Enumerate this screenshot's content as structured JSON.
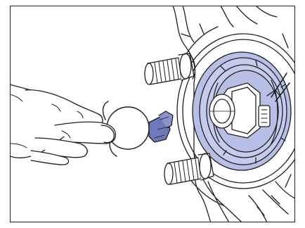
{
  "figure": {
    "stroke_color": "#1f1f1f",
    "tint_color": "#b8bfe6",
    "tint_dark": "#9aa3d6",
    "background": "#ffffff",
    "components": [
      "hand",
      "retaining-clip",
      "clip-tab",
      "wheel-studs",
      "brake-rotor",
      "hub-assembly",
      "axle-nut",
      "sensor-connector"
    ]
  }
}
